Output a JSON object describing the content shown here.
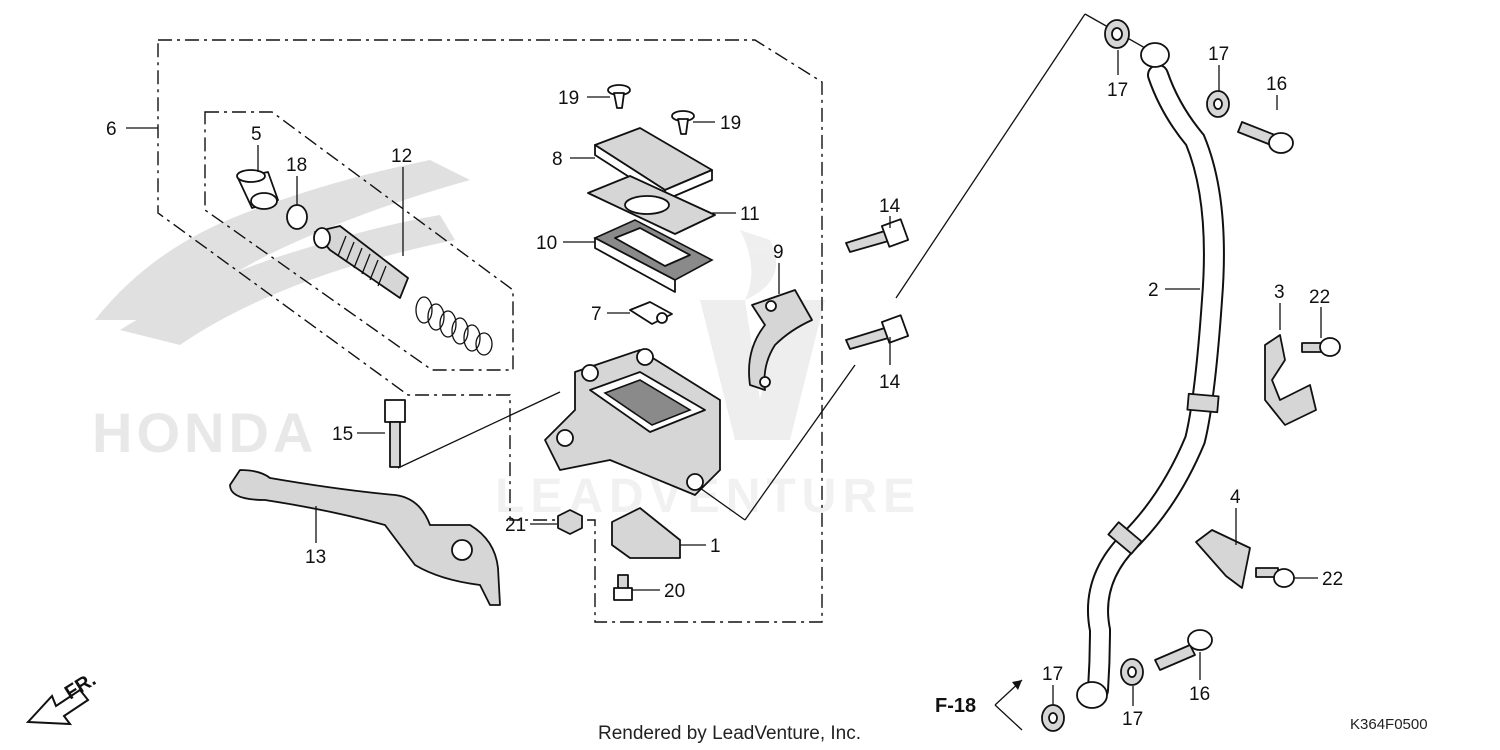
{
  "diagram": {
    "part_labels": {
      "p1": "1",
      "p2": "2",
      "p3": "3",
      "p4": "4",
      "p5": "5",
      "p6": "6",
      "p7": "7",
      "p8": "8",
      "p9": "9",
      "p10": "10",
      "p11": "11",
      "p12": "12",
      "p13": "13",
      "p14a": "14",
      "p14b": "14",
      "p15": "15",
      "p16a": "16",
      "p16b": "16",
      "p17a": "17",
      "p17b": "17",
      "p17c": "17",
      "p17d": "17",
      "p18": "18",
      "p19a": "19",
      "p19b": "19",
      "p20": "20",
      "p21": "21",
      "p22a": "22",
      "p22b": "22"
    },
    "reference": "F-18",
    "direction_label": "FR.",
    "footer_text": "Rendered by LeadVenture, Inc.",
    "diagram_code": "K364F0500",
    "watermark_brand": "HONDA",
    "watermark_text": "LEADVENTURE"
  }
}
